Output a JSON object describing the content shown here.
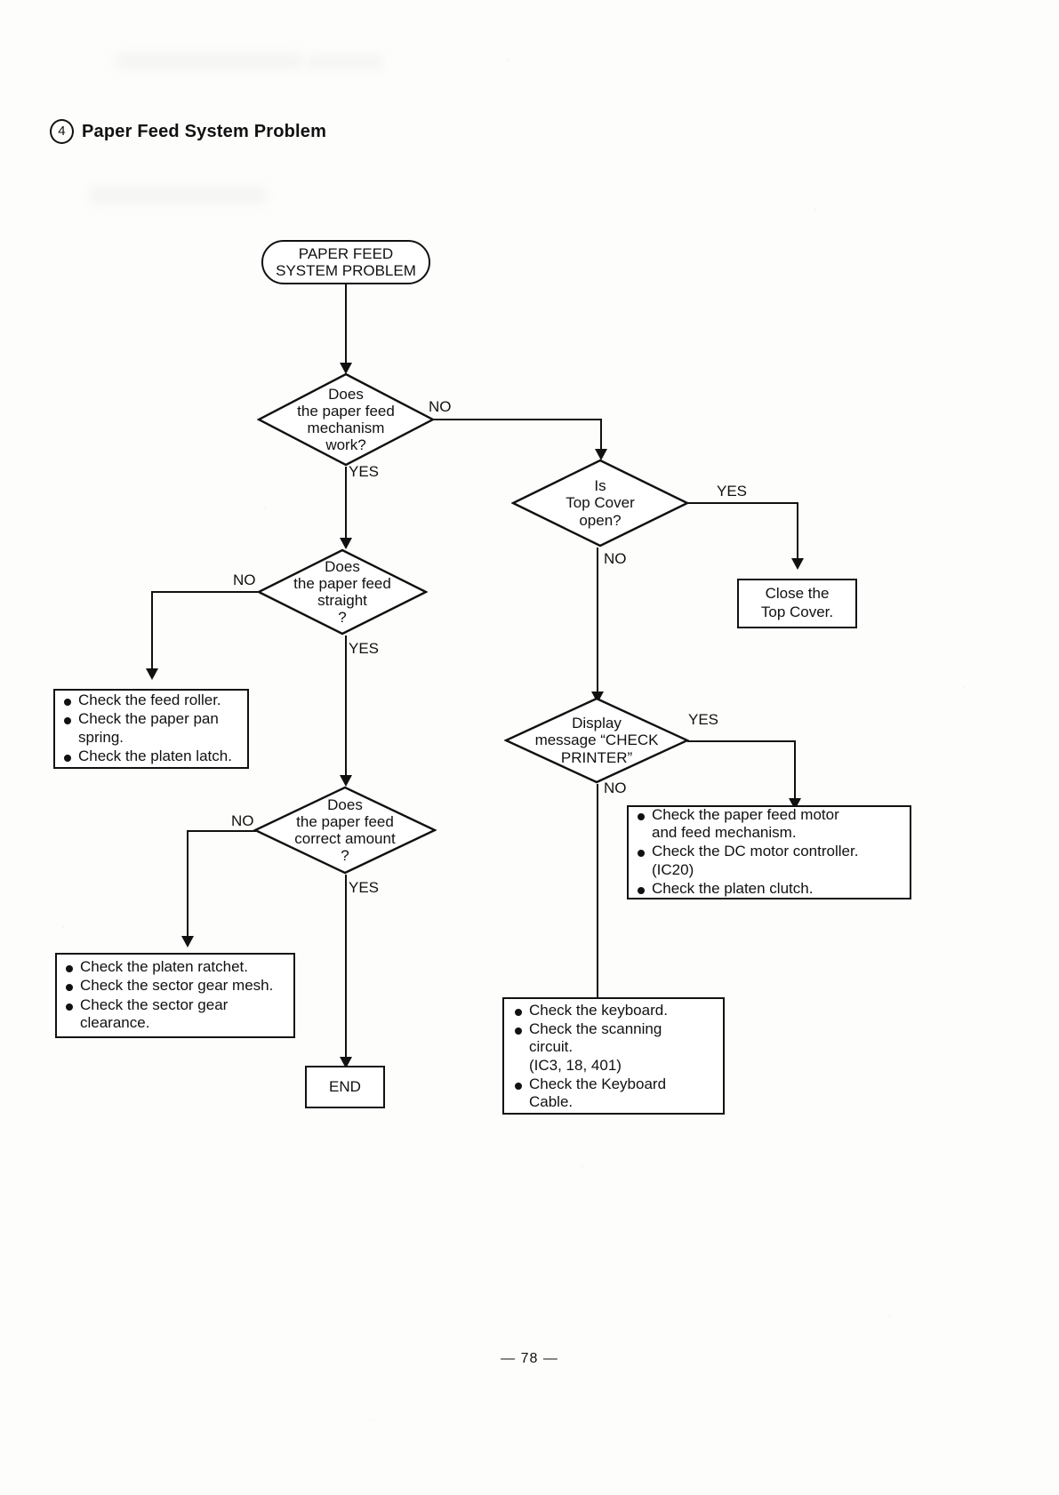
{
  "page": {
    "section_number": "4",
    "title": "Paper Feed System Problem",
    "footer": "— 78 —"
  },
  "flowchart": {
    "start": "PAPER FEED\nSYSTEM PROBLEM",
    "decisions": [
      {
        "id": "feed-mechanism-work",
        "text": "Does\nthe paper feed\nmechanism\nwork?",
        "yes": "YES",
        "no": "NO"
      },
      {
        "id": "top-cover-open",
        "text": "Is\nTop Cover\nopen?",
        "yes": "YES",
        "no": "NO"
      },
      {
        "id": "feed-straight",
        "text": "Does\nthe paper feed\nstraight\n?",
        "yes": "YES",
        "no": "NO"
      },
      {
        "id": "display-check-printer",
        "text": "Display\nmessage “CHECK\nPRINTER”",
        "yes": "YES",
        "no": "NO"
      },
      {
        "id": "feed-correct-amount",
        "text": "Does\nthe paper feed\ncorrect amount\n?",
        "yes": "YES",
        "no": "NO"
      }
    ],
    "actions": {
      "close_top_cover": "Close the\nTop Cover.",
      "feed_roller_checks": [
        "Check the feed roller.",
        "Check the paper pan\nspring.",
        "Check the platen latch."
      ],
      "motor_checks": [
        "Check the paper feed motor\nand feed mechanism.",
        "Check the DC motor controller.\n(IC20)",
        "Check the platen clutch."
      ],
      "ratchet_checks": [
        "Check the platen ratchet.",
        "Check the sector gear mesh.",
        "Check the sector gear\nclearance."
      ],
      "keyboard_checks": [
        "Check the keyboard.",
        "Check the scanning\ncircuit.\n(IC3, 18, 401)",
        "Check the Keyboard\nCable."
      ]
    },
    "end": "END"
  }
}
